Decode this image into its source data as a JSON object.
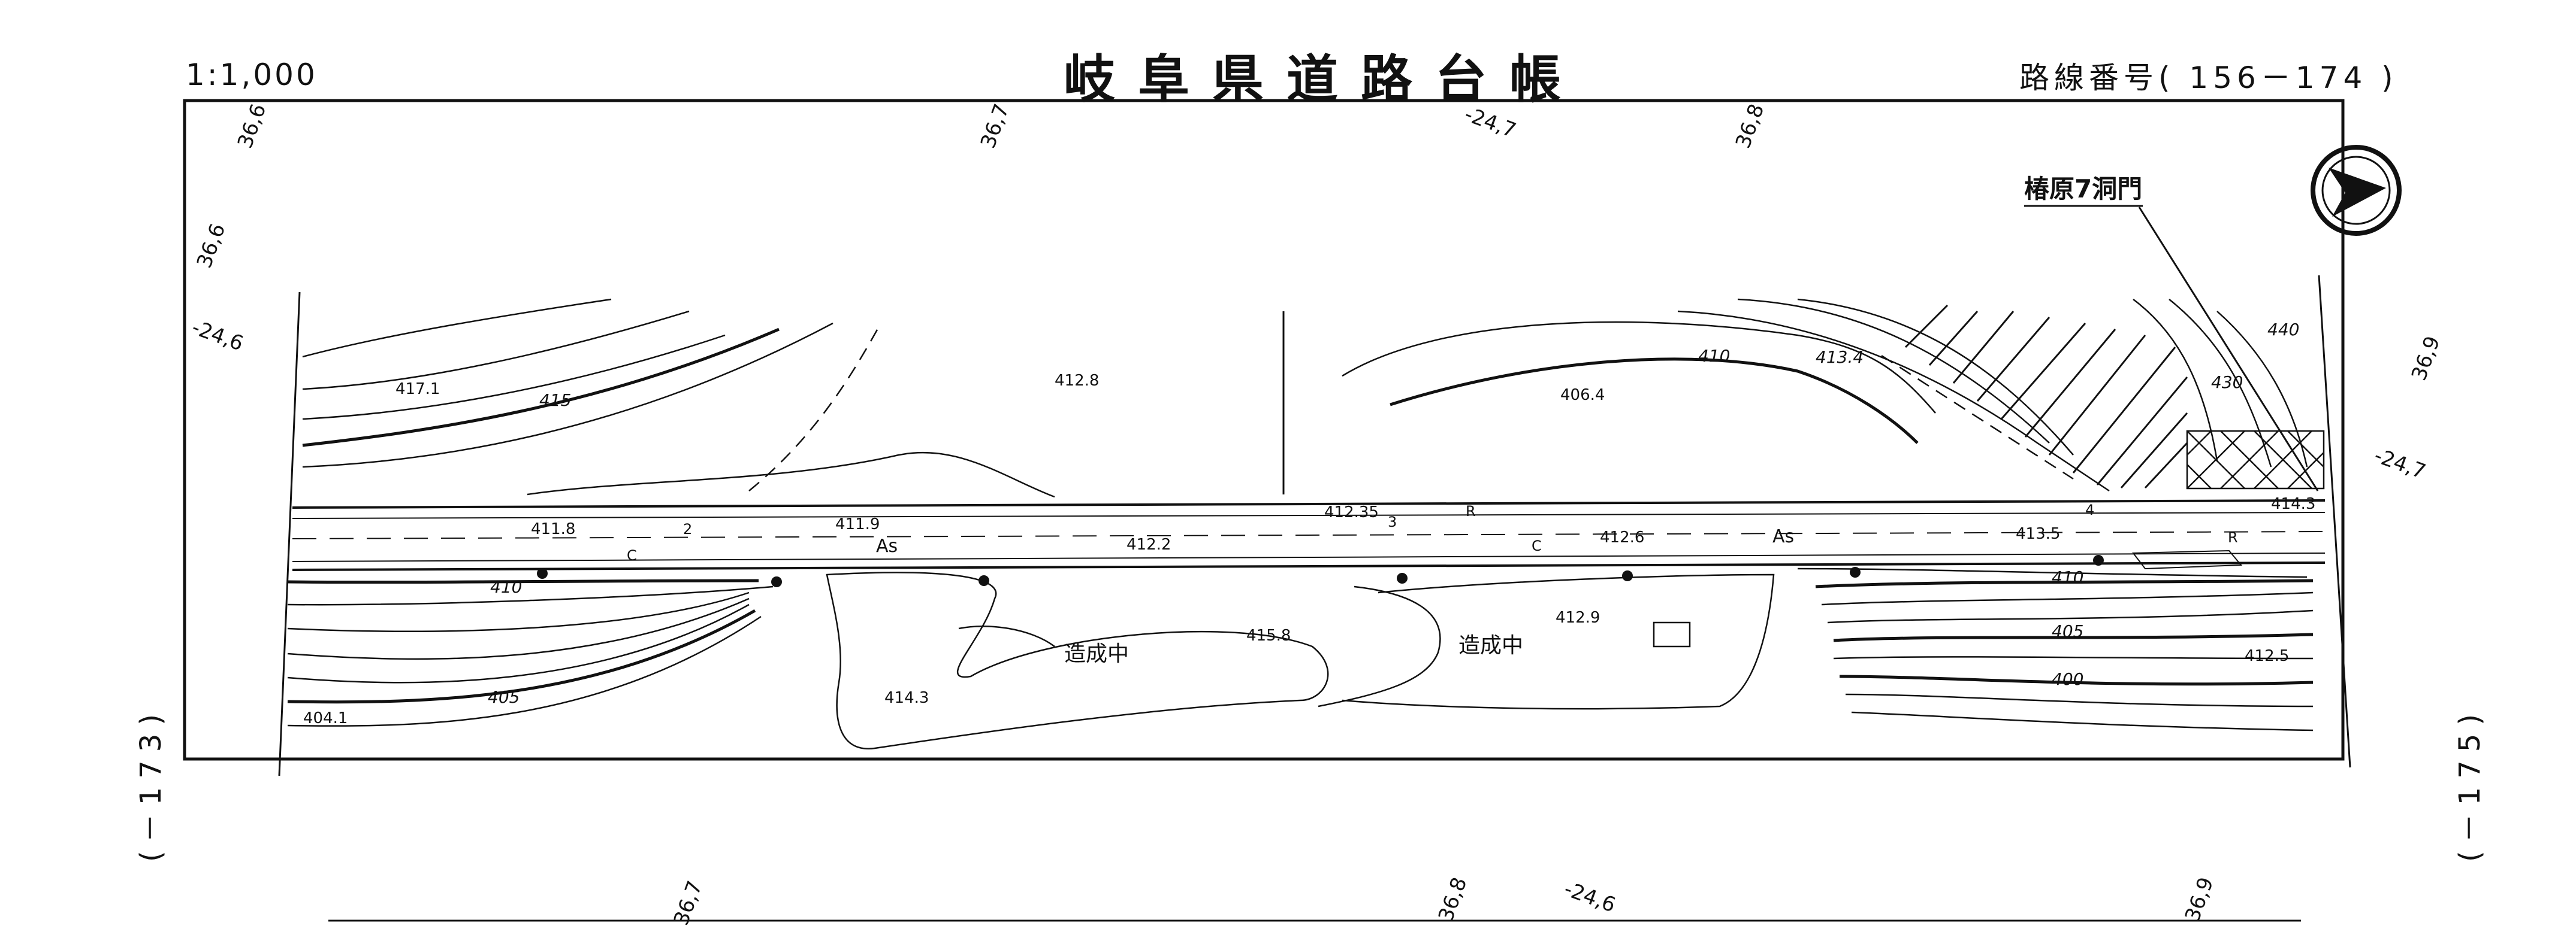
{
  "header": {
    "scale": "1:1,000",
    "title": "岐阜県道路台帳",
    "route_number": "路線番号( 156－174 )"
  },
  "sheet_refs": {
    "left": "(－173)",
    "right": "(－175)"
  },
  "compass": {
    "icon": "north-arrow-icon"
  },
  "landmark": "椿原7洞門",
  "grid_labels": {
    "top": [
      "36,6",
      "36,7",
      "-24,7",
      "36,8"
    ],
    "left": [
      "36,6",
      "-24,6"
    ],
    "right": [
      "36,9",
      "-24,7"
    ],
    "bottom": [
      "36,7",
      "36,8",
      "-24,6",
      "36,9"
    ]
  },
  "spot_heights": [
    "417.1",
    "412.8",
    "406.4",
    "414.3",
    "411.8",
    "411.9",
    "412.35",
    "412.2",
    "412.6",
    "413.5",
    "415.8",
    "412.9",
    "414.3",
    "404.1",
    "412.5"
  ],
  "contour_labels": [
    "415",
    "410",
    "413.4",
    "410",
    "405",
    "405",
    "400",
    "410",
    "430",
    "440"
  ],
  "road": {
    "surface_labels": [
      "As",
      "As"
    ],
    "station_marks": [
      "2",
      "3",
      "4"
    ],
    "feature_letters": [
      "C",
      "C",
      "R",
      "R"
    ]
  },
  "areas": [
    "造成中",
    "造成中"
  ]
}
